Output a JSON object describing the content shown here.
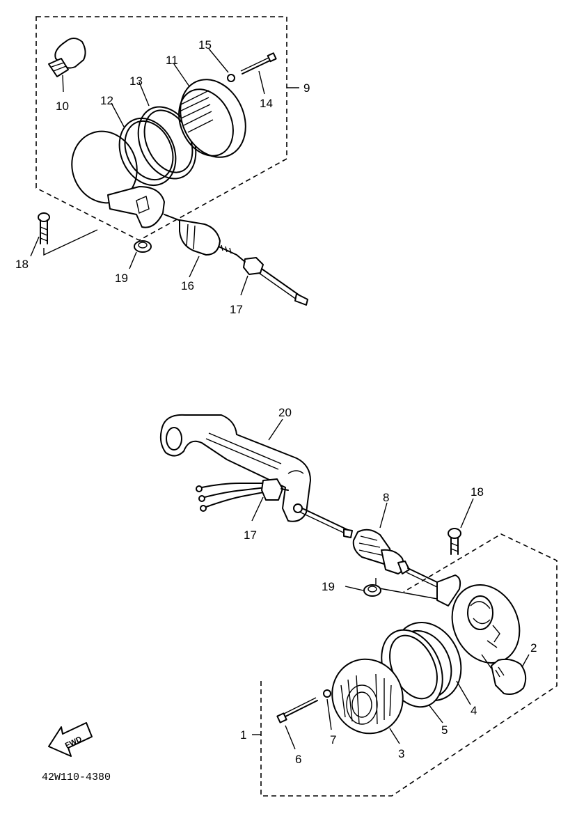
{
  "diagram": {
    "part_labels": {
      "p1": "1",
      "p2": "2",
      "p3": "3",
      "p4": "4",
      "p5": "5",
      "p6": "6",
      "p7": "7",
      "p8": "8",
      "p9": "9",
      "p10": "10",
      "p11": "11",
      "p12": "12",
      "p13": "13",
      "p14": "14",
      "p15": "15",
      "p16": "16",
      "p17a": "17",
      "p17b": "17",
      "p18a": "18",
      "p18b": "18",
      "p19a": "19",
      "p19b": "19",
      "p20": "20"
    },
    "forward_marker": "FWD",
    "drawing_code": "42W110-4380"
  }
}
